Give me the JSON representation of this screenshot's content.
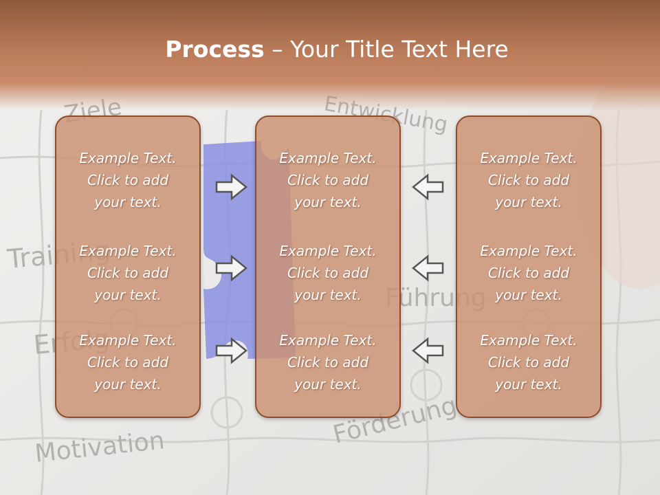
{
  "slide": {
    "title_bold": "Process",
    "title_rest": " – Your Title Text Here"
  },
  "background_words": [
    "Ziele",
    "Entwicklung",
    "Training",
    "Erfolg",
    "Motivation",
    "Förderung",
    "Führung"
  ],
  "colors": {
    "header": "#b97a58",
    "box_fill": "#cb9171",
    "box_border": "#8d4b2a",
    "puzzle_piece": "#8b8fe0",
    "arrow_fill": "#f4f4f4",
    "arrow_stroke": "#555555"
  },
  "columns": [
    {
      "items": [
        {
          "line1": "Example Text.",
          "line2": "Click  to add",
          "line3": "your text."
        },
        {
          "line1": "Example Text.",
          "line2": "Click  to add",
          "line3": "your text."
        },
        {
          "line1": "Example Text.",
          "line2": "Click  to add",
          "line3": "your text."
        }
      ]
    },
    {
      "items": [
        {
          "line1": "Example Text.",
          "line2": "Click  to add",
          "line3": "your text."
        },
        {
          "line1": "Example Text.",
          "line2": "Click  to add",
          "line3": "your text."
        },
        {
          "line1": "Example Text.",
          "line2": "Click  to add",
          "line3": "your text."
        }
      ]
    },
    {
      "items": [
        {
          "line1": "Example Text.",
          "line2": "Click  to add",
          "line3": "your text."
        },
        {
          "line1": "Example Text.",
          "line2": "Click  to add",
          "line3": "your text."
        },
        {
          "line1": "Example Text.",
          "line2": "Click  to add",
          "line3": "your text."
        }
      ]
    }
  ],
  "arrows": {
    "left_group": "right-arrow-icon",
    "right_group": "left-arrow-icon"
  }
}
